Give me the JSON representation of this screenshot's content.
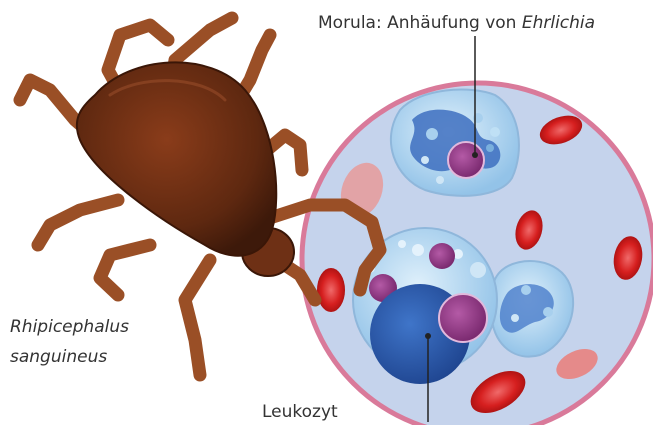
{
  "labels": {
    "morula_prefix": "Morula: Anhäufung von ",
    "morula_genus": "Ehrlichia",
    "species_line1": "Rhipicephalus",
    "species_line2": "sanguineus",
    "leukocyte": "Leukozyt"
  },
  "colors": {
    "tick_body": "#6b2e12",
    "tick_leg": "#9a4f26",
    "blood_bg": "#c5d3ec",
    "blood_rim": "#d97a9a",
    "cell_light": "#a8d0ee",
    "nucleus": "#2e5eb0",
    "morula": "#9a3a8a",
    "rbc": "#d61f1f"
  }
}
